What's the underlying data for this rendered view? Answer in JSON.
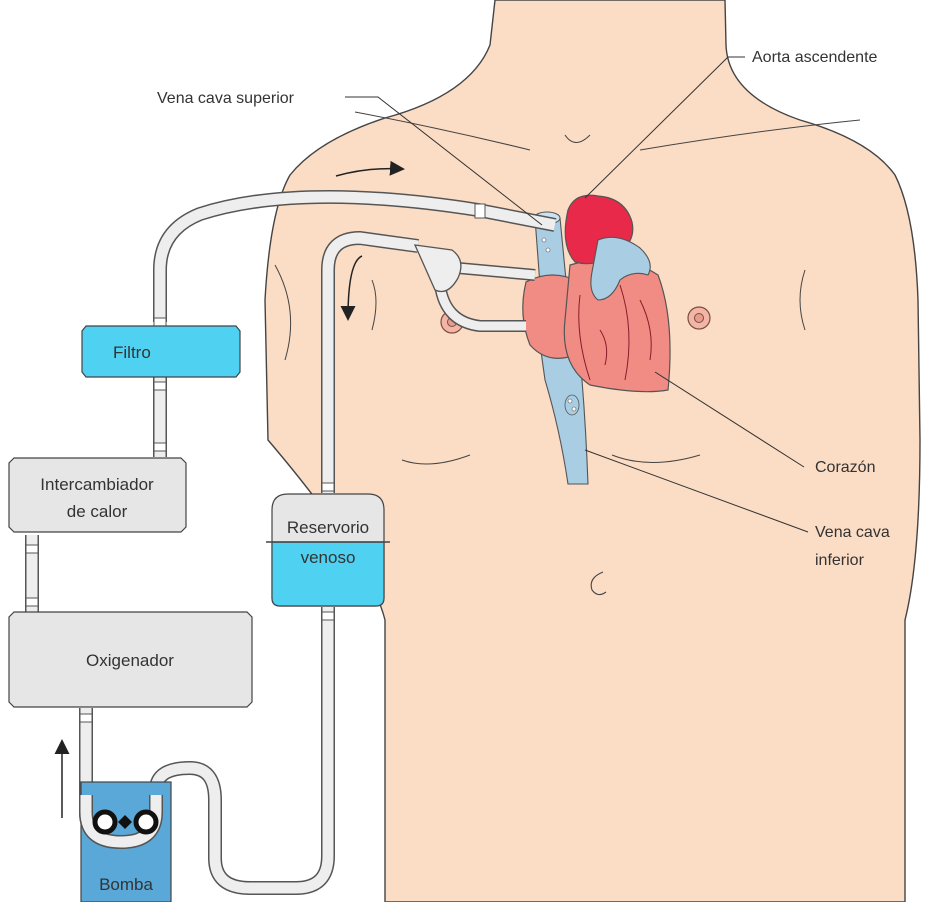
{
  "labels": {
    "aorta": "Aorta ascendente",
    "vena_superior": "Vena cava superior",
    "corazon": "Corazón",
    "vena_inferior_line1": "Vena cava",
    "vena_inferior_line2": "inferior"
  },
  "components": {
    "filtro": "Filtro",
    "intercambiador_line1": "Intercambiador",
    "intercambiador_line2": "de calor",
    "reservorio_line1": "Reservorio",
    "reservorio_line2": "venoso",
    "oxigenador": "Oxigenador",
    "bomba": "Bomba"
  },
  "colors": {
    "skin": "#fbdcc4",
    "heart_red": "#e8294a",
    "heart_pink": "#f08c83",
    "vein_blue": "#a9cde3",
    "cyan": "#4fd1f2",
    "pump_blue": "#5aa8d8",
    "box_gray": "#e6e6e6",
    "tube": "#eeeeee"
  }
}
